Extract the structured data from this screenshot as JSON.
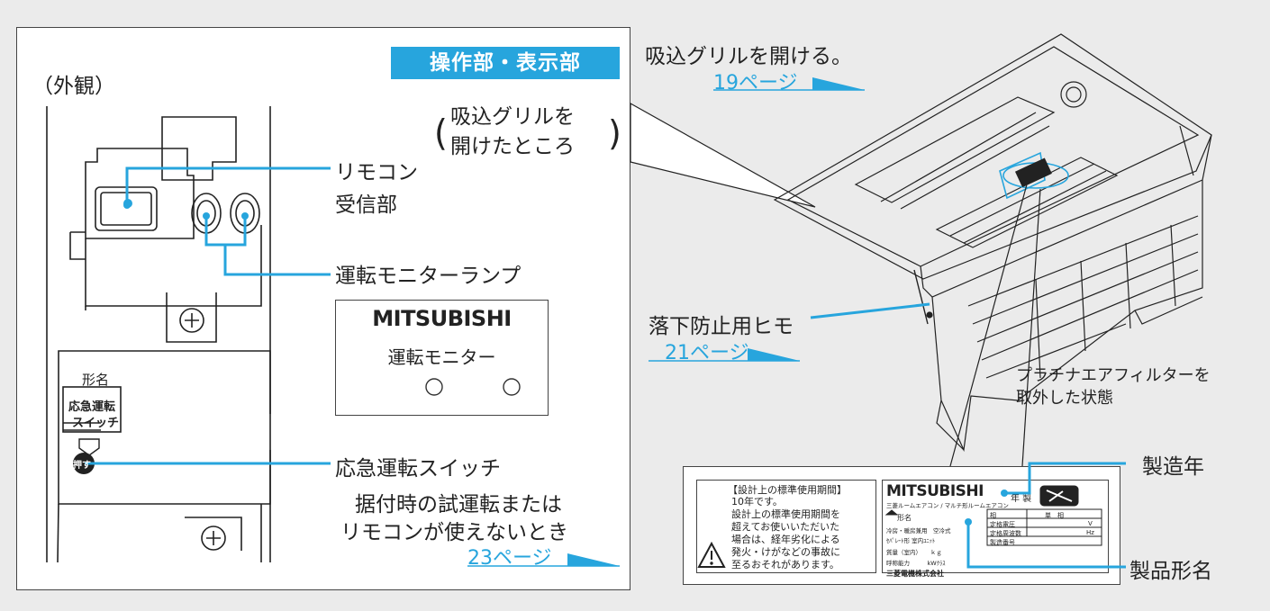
{
  "colors": {
    "accent": "#27a5dd",
    "background": "#ebebeb",
    "line": "#222222"
  },
  "left_panel": {
    "exterior_label": "（外観）",
    "section_badge": "操作部・表示部",
    "opened_note": [
      "吸込グリルを",
      "開けたところ"
    ],
    "remote_receiver": [
      "リモコン",
      "受信部"
    ],
    "run_monitor_lamp": "運転モニターランプ",
    "emergency_switch": "応急運転スイッチ",
    "emergency_note": [
      "据付時の試運転または",
      "リモコンが使えないとき"
    ],
    "page_link_23": "23ページ",
    "unit_model_label": "形名",
    "unit_switch_label": [
      "応急運転",
      "スイッチ"
    ],
    "unit_push_label": "押す"
  },
  "monitor_panel": {
    "brand": "MITSUBISHI",
    "caption": "運転モニター",
    "lamp_count": 2
  },
  "right_area": {
    "open_grille": "吸込グリルを開ける。",
    "page_link_19": "19ページ",
    "fall_cord": "落下防止用ヒモ",
    "page_link_21": "21ページ",
    "filter_note": [
      "プラチナエアフィルターを",
      "取外した状態"
    ],
    "manufacture_year": "製造年",
    "product_model": "製品形名"
  },
  "rating_label": {
    "warning_lines": [
      "【設計上の標準使用期間】",
      "10年です。",
      "設計上の標準使用期間を",
      "超えてお使いいただいた",
      "場合は、経年劣化による",
      "発火・けがなどの事故に",
      "至るおそれがあります。"
    ],
    "brand": "MITSUBISHI",
    "subtitle": "三菱ルームエアコン / マルチ形ルームエアコン",
    "year_mark": "年 製",
    "model_row": "形名",
    "spec_rows": [
      "冷房・暖房兼用　空冷式",
      "ｾﾊﾟﾚｰﾄ形 室内ﾕﾆｯﾄ",
      "質量（室内）　　ｋｇ",
      "呼称能力　　　kWｸﾗｽ"
    ],
    "table_header": [
      "相",
      "単　相"
    ],
    "table_rows": [
      "定格電圧",
      "定格周波数",
      "製造番号"
    ],
    "units": [
      "V",
      "Hz"
    ],
    "maker": "三菱電機株式会社"
  }
}
